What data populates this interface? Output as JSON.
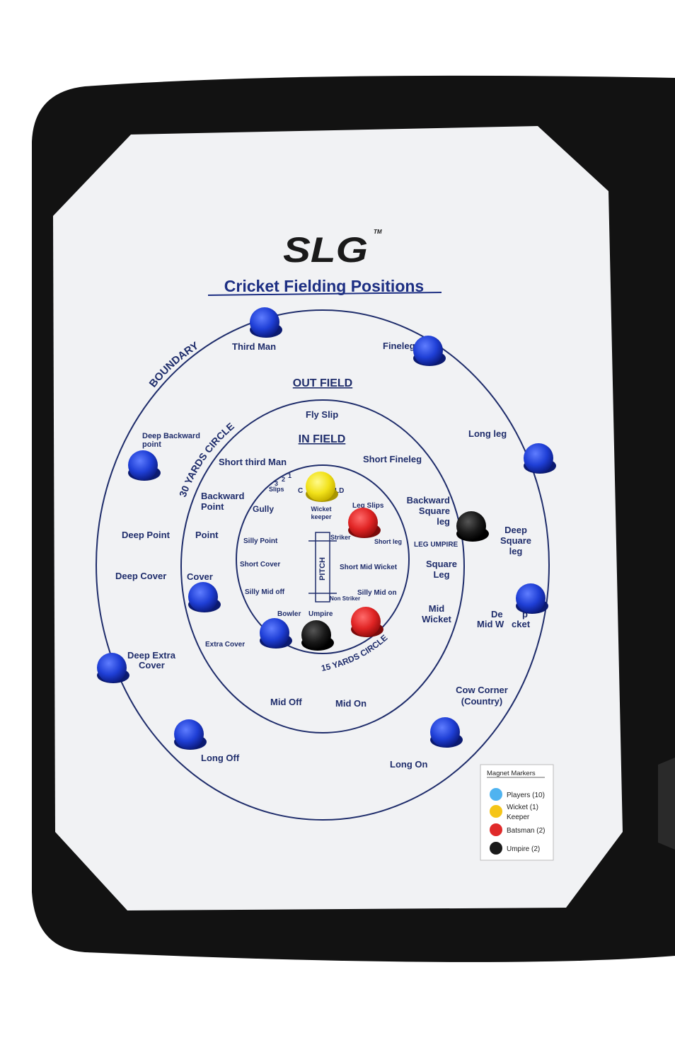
{
  "brand": {
    "logo": "SLG",
    "tm": "TM"
  },
  "title": "Cricket Fielding Positions",
  "zones": {
    "boundary": "BOUNDARY",
    "out_field": "OUT FIELD",
    "yards30": "30 YARDS CIRCLE",
    "in_field": "IN FIELD",
    "yards15": "15 YARDS CIRCLE",
    "pitch": "PITCH"
  },
  "positions": {
    "third_man": "Third Man",
    "fine_leg": "Fineleg",
    "long_leg": "Long leg",
    "deep_backward_point_1": "Deep Backward",
    "deep_backward_point_2": "point",
    "fly_slip": "Fly Slip",
    "short_third_man": "Short third Man",
    "short_fine_leg": "Short Fineleg",
    "backward_point_1": "Backward",
    "backward_point_2": "Point",
    "slips": "Slips",
    "slip_1": "1",
    "slip_2": "2",
    "slip_3": "3",
    "gully": "Gully",
    "wicket_keeper_1": "Wicket",
    "wicket_keeper_2": "keeper",
    "c_partial": "C",
    "ld_partial": "LD",
    "leg_slips": "Leg Slips",
    "backward_square_leg_1": "Backward",
    "backward_square_leg_2": "Square",
    "backward_square_leg_3": "leg",
    "deep_square_leg_1": "Deep",
    "deep_square_leg_2": "Square",
    "deep_square_leg_3": "leg",
    "deep_point": "Deep Point",
    "point": "Point",
    "silly_point": "Silly Point",
    "striker": "Striker",
    "short_leg": "Short leg",
    "leg_umpire": "LEG UMPIRE",
    "short_cover": "Short Cover",
    "short_mid_wicket": "Short Mid Wicket",
    "square_leg_1": "Square",
    "square_leg_2": "Leg",
    "deep_cover": "Deep Cover",
    "cover": "Cover",
    "silly_mid_off": "Silly Mid off",
    "silly_mid_on": "Silly Mid on",
    "non_striker": "Non Striker",
    "bowler": "Bowler",
    "umpire": "Umpire",
    "mid_wicket_1": "Mid",
    "mid_wicket_2": "Wicket",
    "deep_mid_wicket_1": "De",
    "deep_mid_wicket_1b": "p",
    "deep_mid_wicket_2": "Mid W",
    "deep_mid_wicket_2b": "cket",
    "extra_cover": "Extra Cover",
    "deep_extra_cover_1": "Deep Extra",
    "deep_extra_cover_2": "Cover",
    "cow_corner_1": "Cow Corner",
    "cow_corner_2": "(Country)",
    "mid_off": "Mid Off",
    "mid_on": "Mid On",
    "long_off": "Long Off",
    "long_on": "Long On"
  },
  "legend": {
    "title": "Magnet Markers",
    "items": [
      {
        "label": "Players (10)",
        "sub": "",
        "color": "#4fb3f0"
      },
      {
        "label": "Wicket (1)",
        "sub": "Keeper",
        "color": "#f5c518"
      },
      {
        "label": "Batsman (2)",
        "sub": "",
        "color": "#e02a2a"
      },
      {
        "label": "Umpire (2)",
        "sub": "",
        "color": "#1a1a1a"
      }
    ]
  },
  "colors": {
    "board": "#f1f2f4",
    "ink": "#1f2d6b",
    "player": "#1f3fd6",
    "keeper": "#f2e21a",
    "batsman": "#e02424",
    "umpire": "#141414",
    "folder": "#121212"
  },
  "icons": {
    "player_magnet": "blue-magnet-icon",
    "keeper_magnet": "yellow-magnet-icon",
    "batsman_magnet": "red-magnet-icon",
    "umpire_magnet": "black-magnet-icon"
  }
}
